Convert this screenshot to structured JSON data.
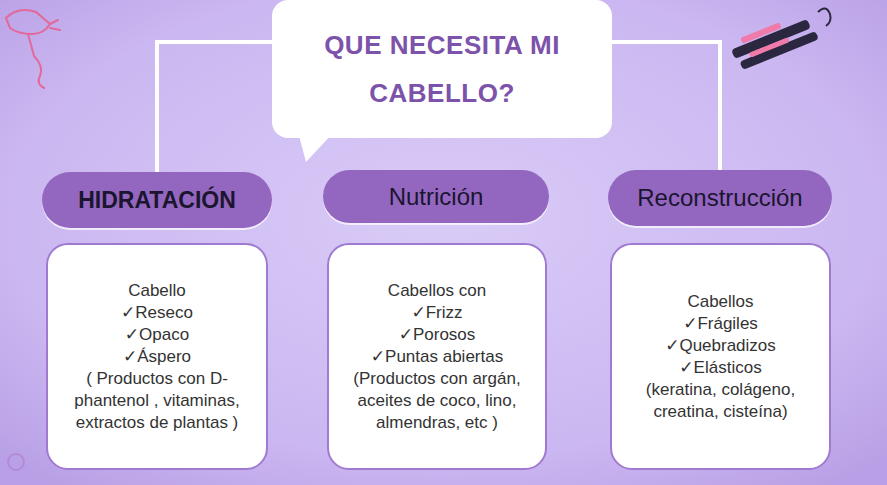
{
  "diagram": {
    "nodes": [
      {
        "text": [
          "QUE NECESITA MI CABELLO?"
        ]
      },
      {
        "text": [
          "HIDRATACIÓN"
        ]
      },
      {
        "text": [
          "Nutrición"
        ]
      },
      {
        "text": [
          "Reconstrucción"
        ]
      },
      {
        "text": [
          "Cabello",
          "✓Reseco",
          "✓Opaco",
          "✓Áspero",
          "( Productos con D-phantenol , vitaminas, extractos de plantas )"
        ]
      },
      {
        "text": [
          "Cabellos con",
          "✓Frizz",
          "✓Porosos",
          "✓Puntas abiertas",
          "(Productos con argán, aceites de coco, lino, almendras, etc )"
        ]
      },
      {
        "text": [
          "Cabellos",
          "✓Frágiles",
          "✓Quebradizos",
          "✓Elásticos",
          "(keratina, colágeno, creatina, cisteína)"
        ]
      }
    ],
    "edges": [
      {
        "from": 0,
        "to": 1,
        "arrow": "none"
      },
      {
        "from": 0,
        "to": 3,
        "arrow": "none"
      }
    ]
  }
}
